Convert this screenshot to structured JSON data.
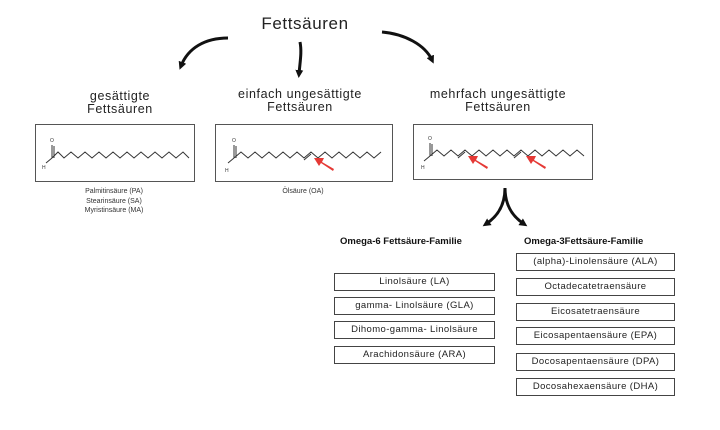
{
  "title": "Fettsäuren",
  "categories": [
    {
      "title_line1": "gesättigte",
      "title_line2": "Fettsäuren",
      "examples": [
        "Palmitinsäure (PA)",
        "Stearinsäure (SA)",
        "Myristinsäure (MA)"
      ]
    },
    {
      "title_line1": "einfach ungesättigte",
      "title_line2": "Fettsäuren",
      "examples": [
        "Ölsäure (OA)"
      ]
    },
    {
      "title_line1": "mehrfach ungesättigte",
      "title_line2": "Fettsäuren",
      "examples": []
    }
  ],
  "molecule_labels": {
    "oxygen": "O",
    "hydrogen": "H"
  },
  "omega6": {
    "heading": "Omega-6 Fettsäure-Familie",
    "items": [
      "Linolsäure (LA)",
      "gamma- Linolsäure (GLA)",
      "Dihomo-gamma- Linolsäure",
      "Arachidonsäure (ARA)"
    ]
  },
  "omega3": {
    "heading": "Omega-3Fettsäure-Familie",
    "items": [
      "(alpha)-Linolensäure (ALA)",
      "Octadecatetraensäure",
      "Eicosatetraensäure",
      "Eicosapentaensäure (EPA)",
      "Docosapentaensäure (DPA)",
      "Docosahexaensäure (DHA)"
    ]
  },
  "colors": {
    "arrow": "#111111",
    "highlight_arrow": "#e53935",
    "bond": "#333333"
  }
}
